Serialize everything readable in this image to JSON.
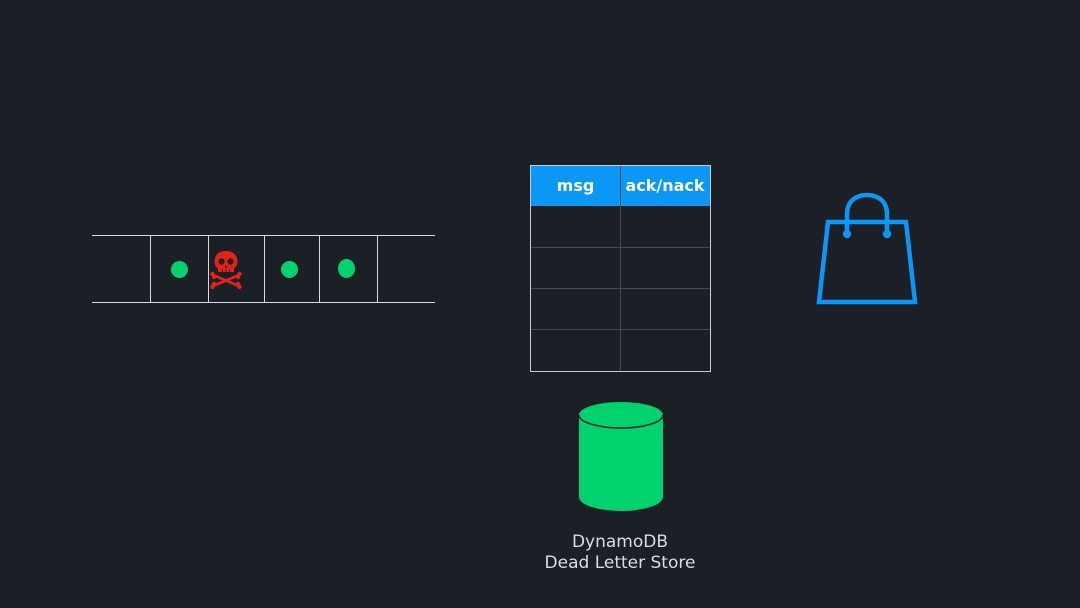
{
  "queue": {
    "slots": [
      {
        "content": "empty"
      },
      {
        "content": "message",
        "color": "#00d26e"
      },
      {
        "content": "poison-message",
        "icon": "skull-and-crossbones-icon",
        "color": "#e2231a"
      },
      {
        "content": "message",
        "color": "#00d26e"
      },
      {
        "content": "message",
        "color": "#00d26e"
      },
      {
        "content": "empty"
      }
    ]
  },
  "ack_table": {
    "columns": [
      "msg",
      "ack/nack"
    ],
    "rows": [
      [
        "",
        ""
      ],
      [
        "",
        ""
      ],
      [
        "",
        ""
      ],
      [
        "",
        ""
      ]
    ],
    "header_color": "#0a97f5"
  },
  "consumer": {
    "icon": "shopping-bag-icon",
    "color": "#0a97f5"
  },
  "dead_letter_store": {
    "icon": "database-cylinder-icon",
    "color": "#00d26e",
    "label_line1": "DynamoDB",
    "label_line2": "Dead Letter Store"
  },
  "colors": {
    "background": "#1b1f26",
    "message": "#00d26e",
    "poison": "#e2231a",
    "accent": "#0a97f5"
  }
}
